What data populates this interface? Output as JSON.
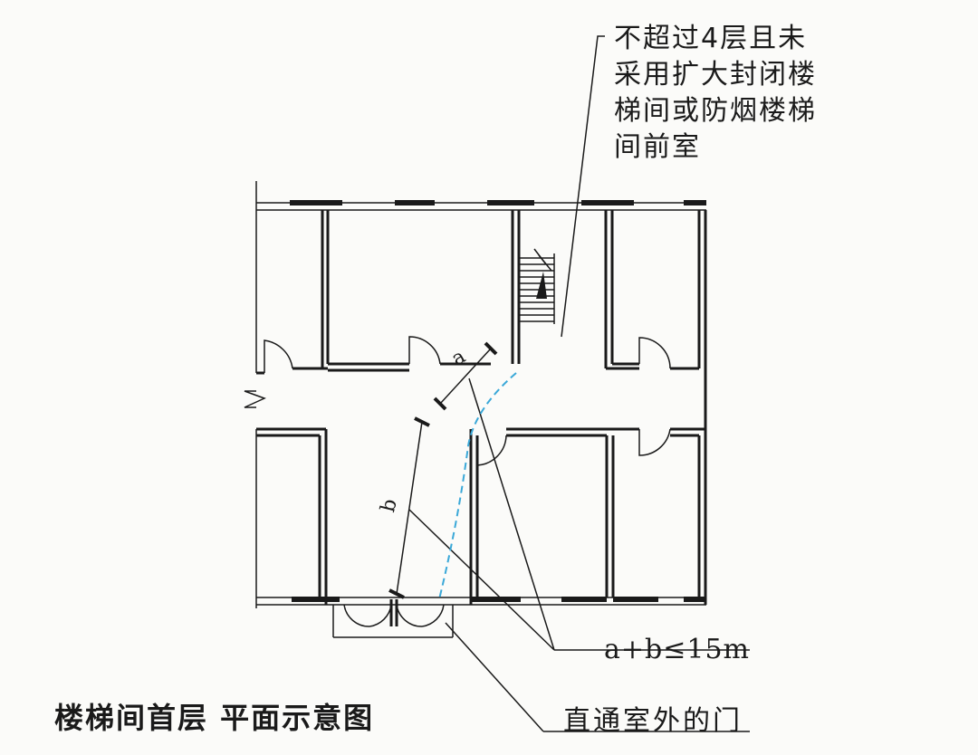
{
  "annotations": {
    "stair_note_lines": [
      "不超过4层且未",
      "采用扩大封闭楼",
      "梯间或防烟楼梯",
      "间前室"
    ],
    "distance_rule": "a+b≤15m",
    "exit_door": "直通室外的门"
  },
  "dimensions": {
    "a": "a",
    "b": "b"
  },
  "caption": "楼梯间首层  平面示意图",
  "colors": {
    "wall": "#1a1a1a",
    "path": "#3aa8d8",
    "background": "#fbfbf9"
  }
}
